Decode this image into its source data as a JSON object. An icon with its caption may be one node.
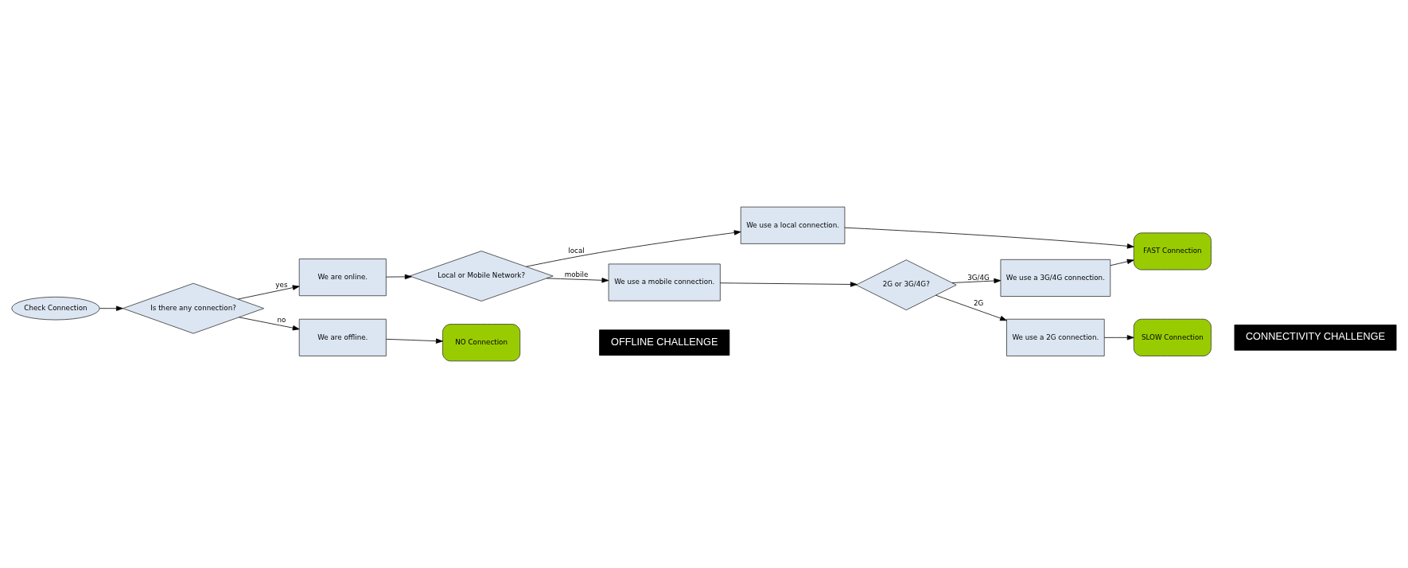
{
  "diagram": {
    "nodes": [
      {
        "text": [
          "Check Connection"
        ]
      },
      {
        "text": [
          "Is there any connection?"
        ]
      },
      {
        "text": [
          "We are online."
        ]
      },
      {
        "text": [
          "We are offline."
        ]
      },
      {
        "text": [
          "NO Connection"
        ]
      },
      {
        "text": [
          "Local or Mobile Network?"
        ]
      },
      {
        "text": [
          "We use a local connection."
        ]
      },
      {
        "text": [
          "We use a mobile connection."
        ]
      },
      {
        "text": [
          "2G or 3G/4G?"
        ]
      },
      {
        "text": [
          "We use a 3G/4G connection."
        ]
      },
      {
        "text": [
          "FAST Connection"
        ]
      },
      {
        "text": [
          "We use a 2G connection."
        ]
      },
      {
        "text": [
          "SLOW Connection"
        ]
      },
      {
        "text": [
          "CONNECTIVITY CHALLENGE"
        ]
      },
      {
        "text": [
          "OFFLINE CHALLENGE"
        ]
      }
    ],
    "edges": [
      {
        "from": 0,
        "to": 1,
        "arrow": "to"
      },
      {
        "from": 1,
        "to": 2,
        "arrow": "to",
        "label": "yes"
      },
      {
        "from": 1,
        "to": 3,
        "arrow": "to",
        "label": "no"
      },
      {
        "from": 3,
        "to": 4,
        "arrow": "to"
      },
      {
        "from": 2,
        "to": 5,
        "arrow": "to"
      },
      {
        "from": 5,
        "to": 6,
        "arrow": "to",
        "label": "local"
      },
      {
        "from": 5,
        "to": 7,
        "arrow": "to",
        "label": "mobile"
      },
      {
        "from": 6,
        "to": 10,
        "arrow": "to"
      },
      {
        "from": 7,
        "to": 8,
        "arrow": "to"
      },
      {
        "from": 8,
        "to": 9,
        "arrow": "to",
        "label": "3G/4G"
      },
      {
        "from": 9,
        "to": 10,
        "arrow": "to"
      },
      {
        "from": 8,
        "to": 11,
        "arrow": "to",
        "label": "2G"
      },
      {
        "from": 11,
        "to": 12,
        "arrow": "to"
      }
    ]
  }
}
